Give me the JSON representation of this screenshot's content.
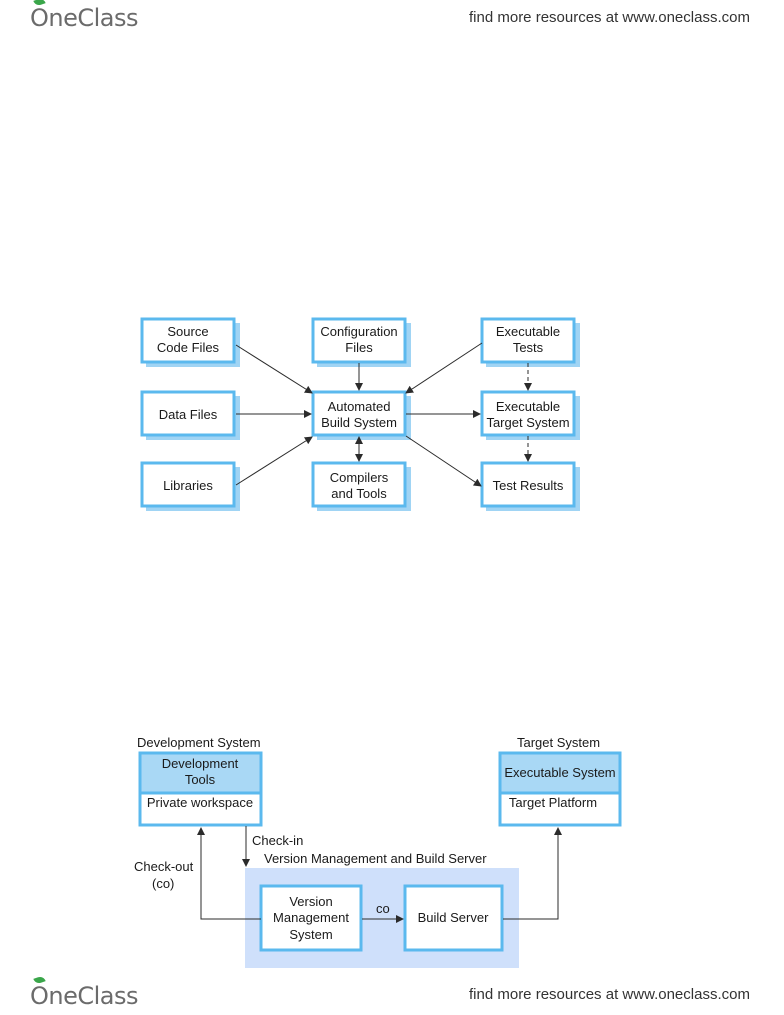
{
  "header": {
    "logo_text": "OneClass",
    "link_text": "find more resources at www.oneclass.com"
  },
  "footer": {
    "logo_text": "OneClass",
    "link_text": "find more resources at www.oneclass.com"
  },
  "diagram1": {
    "source_code_files": [
      "Source",
      "Code Files"
    ],
    "configuration_files": [
      "Configuration",
      "Files"
    ],
    "executable_tests": [
      "Executable",
      "Tests"
    ],
    "data_files": [
      "Data Files"
    ],
    "automated_build_system": [
      "Automated",
      "Build System"
    ],
    "executable_target_system": [
      "Executable",
      "Target System"
    ],
    "libraries": [
      "Libraries"
    ],
    "compilers_and_tools": [
      "Compilers",
      "and Tools"
    ],
    "test_results": [
      "Test Results"
    ]
  },
  "diagram2": {
    "development_system_label": "Development System",
    "development_tools": [
      "Development",
      "Tools"
    ],
    "private_workspace": "Private workspace",
    "target_system_label": "Target System",
    "executable_system": "Executable System",
    "target_platform": "Target Platform",
    "check_in": "Check-in",
    "check_out": [
      "Check-out",
      "(co)"
    ],
    "server_label": "Version Management and Build Server",
    "version_management_system": [
      "Version",
      "Management",
      "System"
    ],
    "co_label": "co",
    "build_server": "Build Server"
  },
  "colors": {
    "box_border": "#5bb9ee",
    "box_fill": "#a9d8f5",
    "server_background": "#cfe0fb",
    "logo_leaf": "#3aa64a"
  }
}
